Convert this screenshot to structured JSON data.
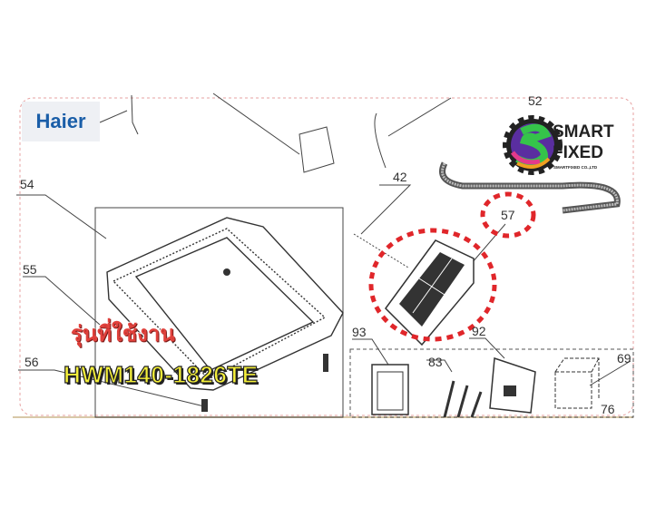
{
  "brand_logo": {
    "text": "Haier",
    "color": "#1a5ea8"
  },
  "watermark_logo": {
    "line1": "SMART",
    "line2": "FIXED",
    "subtitle": "SMARTFIXED CO.,LTD"
  },
  "overlay": {
    "thai_caption": "รุ่นที่ใช้งาน",
    "model_number": "HWM140-1826TE"
  },
  "part_labels": {
    "p52": "52",
    "p54": "54",
    "p55": "55",
    "p56": "56",
    "p42": "42",
    "p57": "57",
    "p93": "93",
    "p83": "83",
    "p92": "92",
    "p69": "69",
    "p76": "76"
  },
  "colors": {
    "highlight": "#e0262a",
    "line": "#333333",
    "frame": "#e7a0a0"
  }
}
